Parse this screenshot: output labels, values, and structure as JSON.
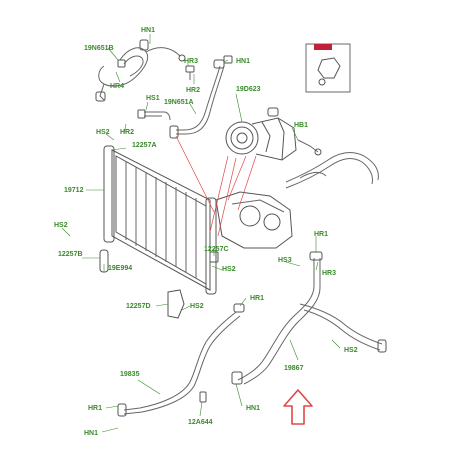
{
  "labels": {
    "hn1_a": "HN1",
    "n19651b": "19N651B",
    "hr3_a": "HR3",
    "hn1_b": "HN1",
    "hr4": "HR4",
    "hr2_a": "HR2",
    "n19d623": "19D623",
    "hs1": "HS1",
    "n19651a": "19N651A",
    "hs2_a": "HS2",
    "hr2_b": "HR2",
    "p12257a": "12257A",
    "hb1": "HB1",
    "p19712": "19712",
    "hs2_b": "HS2",
    "p12257b": "12257B",
    "p19e994": "19E994",
    "p12257c": "12257C",
    "hs2_c": "HS2",
    "hr1_a": "HR1",
    "hs3": "HS3",
    "hr3_b": "HR3",
    "p12257d": "12257D",
    "hs2_d": "HS2",
    "hr1_b": "HR1",
    "hs2_e": "HS2",
    "p19867": "19867",
    "p19835": "19835",
    "hr1_c": "HR1",
    "p12a644": "12A644",
    "hn1_c": "HN1",
    "hn1_d": "HN1"
  },
  "colors": {
    "label": "#3a8a2a",
    "arrow": "#e04848",
    "line": "#666666",
    "badge": "#c0203a"
  },
  "icons": {
    "arrow": "up-arrow-icon"
  }
}
